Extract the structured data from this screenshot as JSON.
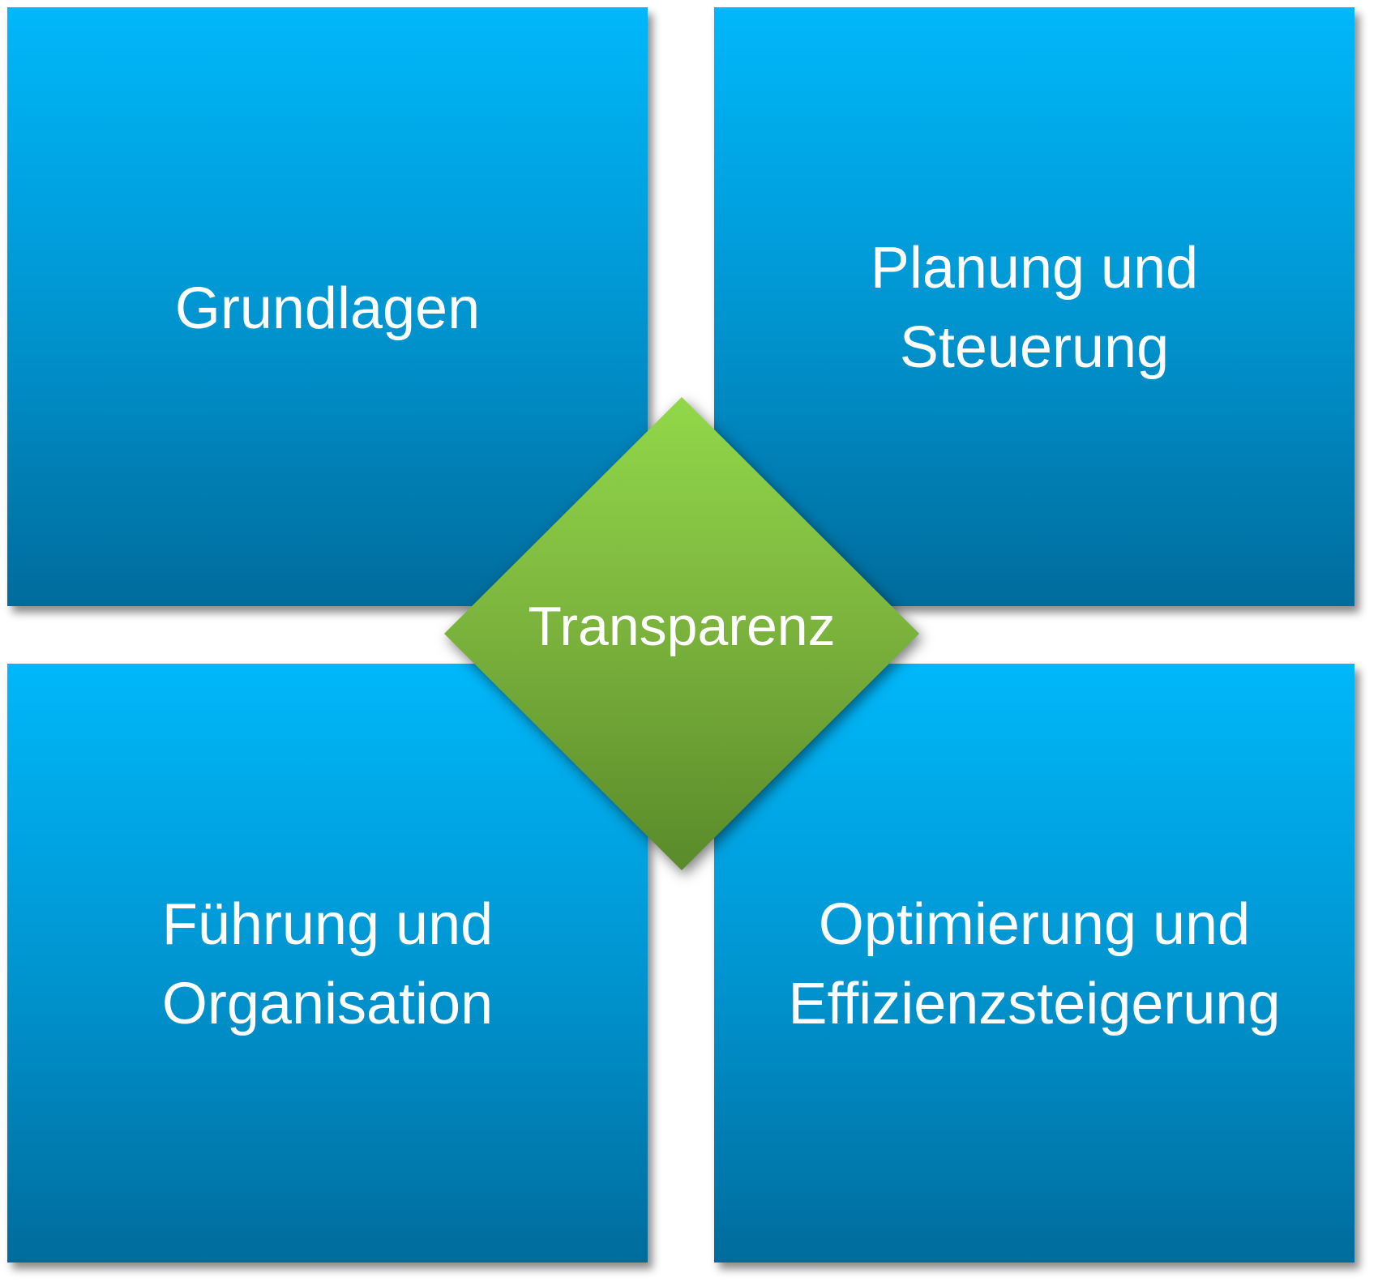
{
  "quadrants": {
    "top_left": {
      "lines": [
        "Grundlagen"
      ]
    },
    "top_right": {
      "lines": [
        "Planung und",
        "Steuerung"
      ]
    },
    "bottom_left": {
      "lines": [
        "Führung und",
        "Organisation"
      ]
    },
    "bottom_right": {
      "lines": [
        "Optimierung und",
        "Effizienzsteigerung"
      ]
    }
  },
  "center": {
    "label": "Transparenz"
  },
  "colors": {
    "box_top": "#00b8fa",
    "box_bottom": "#006c9c",
    "diamond_top": "#92d84a",
    "diamond_bottom": "#5a8a2a"
  }
}
